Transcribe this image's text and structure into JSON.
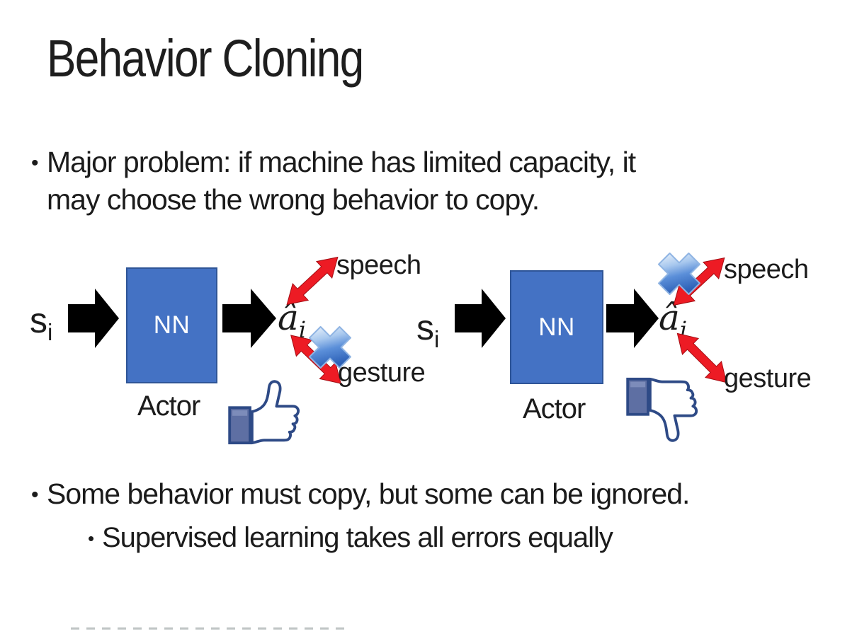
{
  "title": "Behavior Cloning",
  "bullets": {
    "marker": "•",
    "b1_line1": "Major problem: if machine has limited capacity, it",
    "b1_line2": "may choose the wrong behavior to copy.",
    "b2": "Some behavior must copy, but some can be ignored.",
    "b2_sub": "Supervised learning takes all errors equally"
  },
  "diagram": {
    "state": "s",
    "state_sub": "i",
    "nn": "NN",
    "actor": "Actor",
    "action": "â",
    "action_sub": "i",
    "speech": "speech",
    "gesture": "gesture"
  },
  "icons": {
    "black_block_arrow": "black-block-arrow-icon",
    "red_double_arrow": "red-double-arrow-icon",
    "blue_cross": "blue-cross-icon",
    "like": "thumbs-up-icon",
    "dislike": "thumbs-down-icon"
  },
  "colors": {
    "nn_box_fill": "#4472C4",
    "nn_box_border": "#2F5597",
    "black_arrow": "#000000",
    "red_arrow": "#ED1B24",
    "cross_blue_light": "#E8F1FB",
    "cross_blue_dark": "#2E62B8",
    "thumb_outline": "#2E4A86",
    "thumb_cuff_fill": "#5E6FA3",
    "text": "#1B1B1B"
  }
}
